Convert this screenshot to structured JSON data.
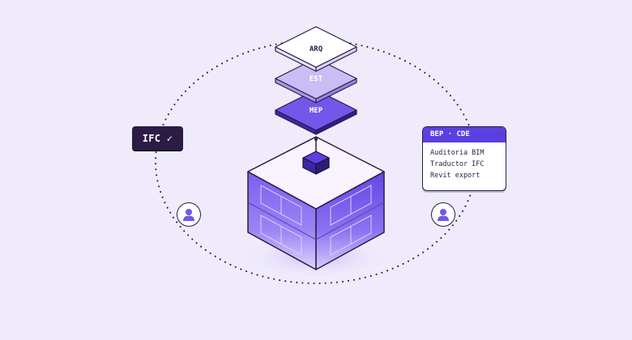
{
  "layers": [
    "ARQ",
    "EST",
    "MEP"
  ],
  "ifc_tag": {
    "label": "IFC ✓"
  },
  "bep_card": {
    "header": "BEP · CDE",
    "items": [
      "Auditoria BIM",
      "Traductor IFC",
      "Revit export"
    ]
  },
  "colors": {
    "background": "#efebfb",
    "accent": "#5b3fe0",
    "dark": "#2a1c45",
    "layer_light": "#ffffff",
    "layer_mid": "#c9bdf5",
    "layer_dark": "#7157ea"
  },
  "icons": [
    "check-icon",
    "user-icon",
    "user-icon",
    "cube-icon"
  ]
}
